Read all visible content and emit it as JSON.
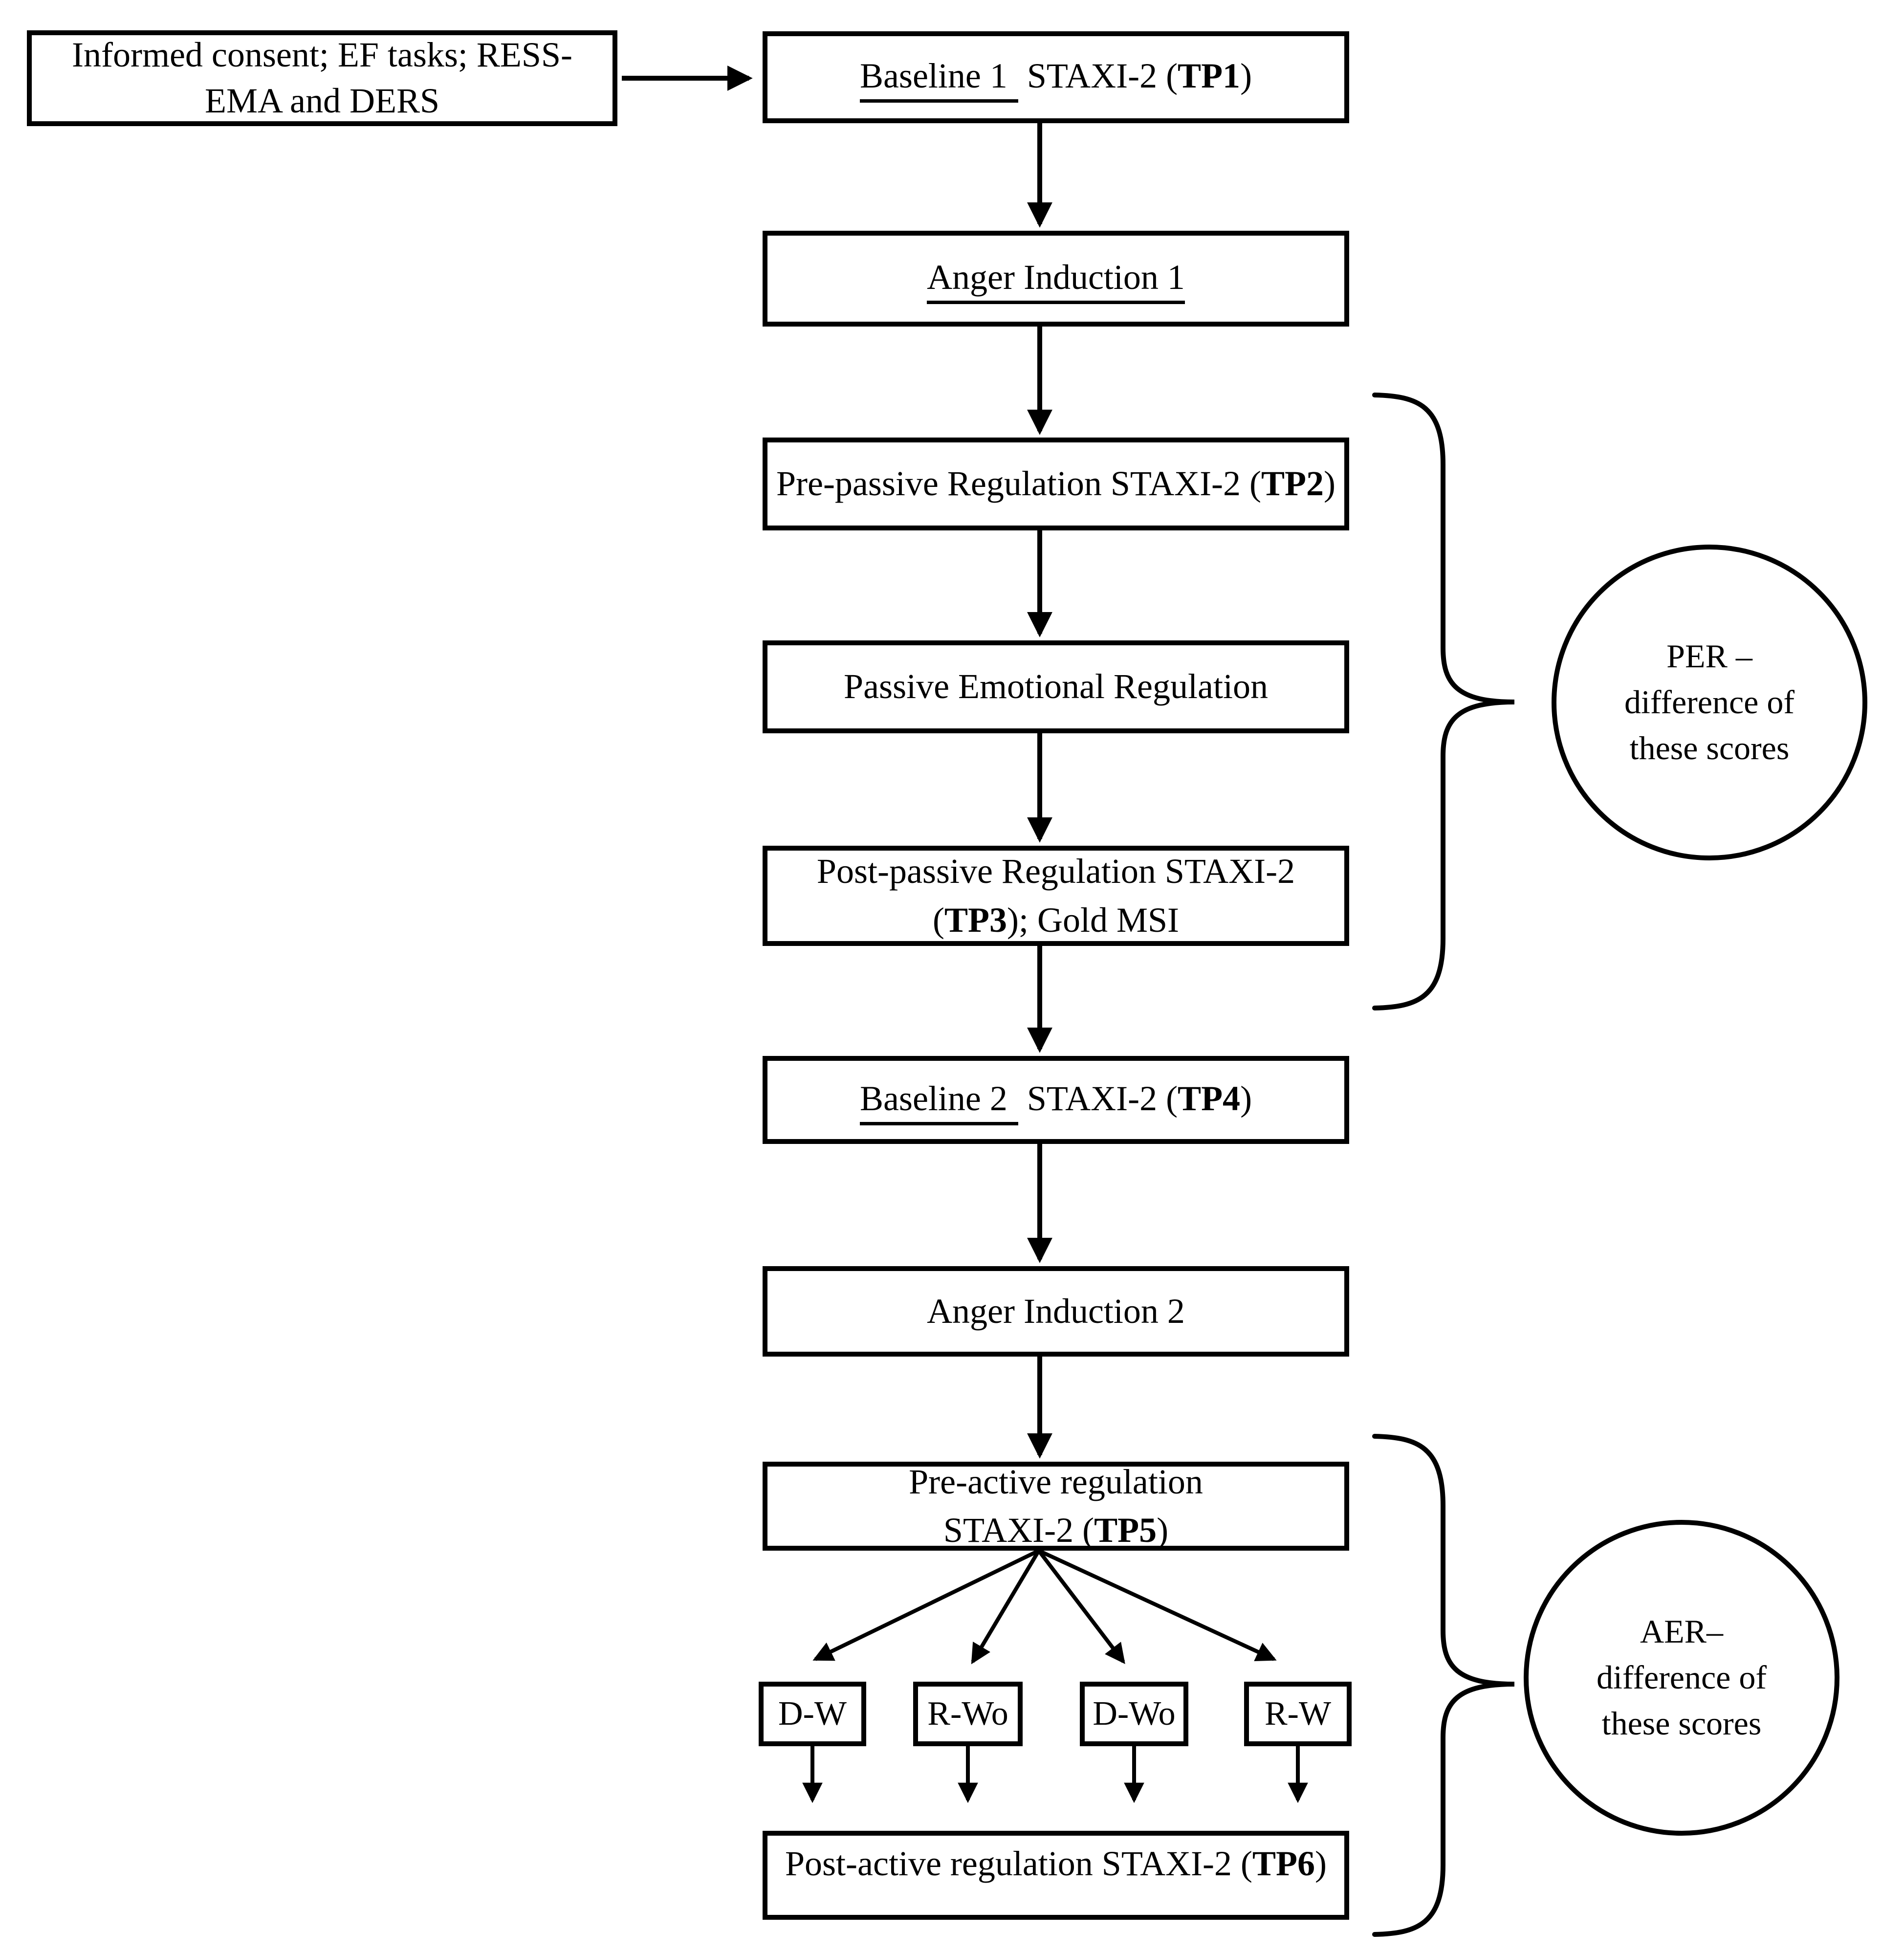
{
  "boxes": {
    "consent": {
      "line1": "Informed consent; EF tasks; RESS-",
      "line2": "EMA and DERS"
    },
    "tp1": {
      "underlined": "Baseline 1",
      "rest": " STAXI-2 (",
      "tp": "TP1",
      "close": ")"
    },
    "anger1": {
      "label": "Anger Induction 1"
    },
    "tp2": {
      "pre": "Pre-passive Regulation STAXI-2 (",
      "tp": "TP2",
      "close": ")"
    },
    "passive": {
      "label": "Passive Emotional Regulation"
    },
    "tp3": {
      "line1": "Post-passive Regulation STAXI-2",
      "open": "(",
      "tp": "TP3",
      "rest": "); Gold MSI"
    },
    "tp4": {
      "underlined": "Baseline 2",
      "rest": " STAXI-2 (",
      "tp": "TP4",
      "close": ")"
    },
    "anger2": {
      "label": "Anger Induction 2"
    },
    "tp5": {
      "line1": "Pre-active regulation",
      "pre": "STAXI-2 (",
      "tp": "TP5",
      "close": ")"
    },
    "tp6": {
      "pre": "Post-active regulation STAXI-2 (",
      "tp": "TP6",
      "close": ")"
    }
  },
  "conditions": [
    "D-W",
    "R-Wo",
    "D-Wo",
    "R-W"
  ],
  "annotations": {
    "per": {
      "line1": "PER –",
      "line2": "difference of",
      "line3": "these scores"
    },
    "aer": {
      "line1": "AER–",
      "line2": "difference of",
      "line3": "these scores"
    }
  },
  "colors": {
    "ink": "#000000",
    "paper": "#ffffff"
  }
}
